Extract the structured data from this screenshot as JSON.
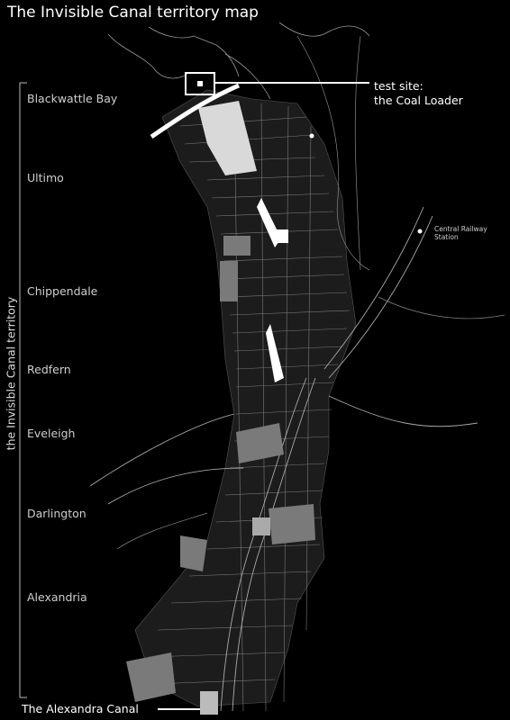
{
  "title": "The Invisible Canal territory map",
  "territory_label": "the Invisible Canal territory",
  "suburbs": [
    {
      "name": "Blackwattle Bay"
    },
    {
      "name": "Ultimo"
    },
    {
      "name": "Chippendale"
    },
    {
      "name": "Redfern"
    },
    {
      "name": "Eveleigh"
    },
    {
      "name": "Darlington"
    },
    {
      "name": "Alexandria"
    }
  ],
  "test_site": {
    "line1": "test site:",
    "line2": "the Coal Loader"
  },
  "central_station": {
    "line1": "Central Railway",
    "line2": "Station"
  },
  "bottom_label": "The Alexandra Canal",
  "colors": {
    "background": "#000000",
    "text": "#ffffff",
    "street": "#8a8a8a",
    "block": "#3a3a3a",
    "highlight": "#ffffff"
  }
}
